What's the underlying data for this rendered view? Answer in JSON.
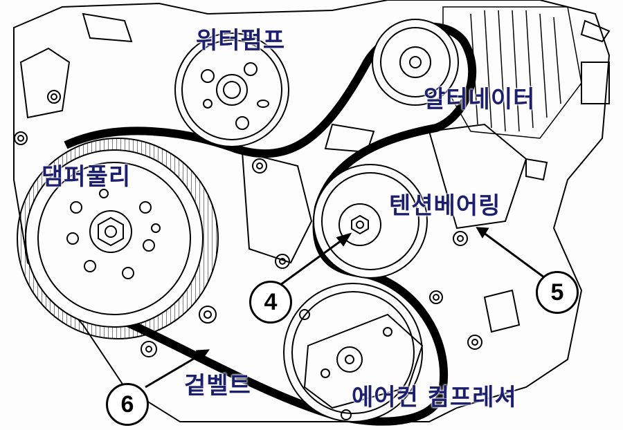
{
  "labels": {
    "water_pump": "워터펌프",
    "alternator": "알터네이터",
    "damper_pulley": "댐퍼풀리",
    "tensioner_bearing": "텐션베어링",
    "outer_belt": "겉벨트",
    "ac_compressor": "에어컨 컴프레셔"
  },
  "callouts": {
    "c4": "4",
    "c5": "5",
    "c6": "6"
  },
  "colors": {
    "label_text": "#1b1f6e",
    "line_art": "#000000",
    "background": "#ffffff"
  }
}
